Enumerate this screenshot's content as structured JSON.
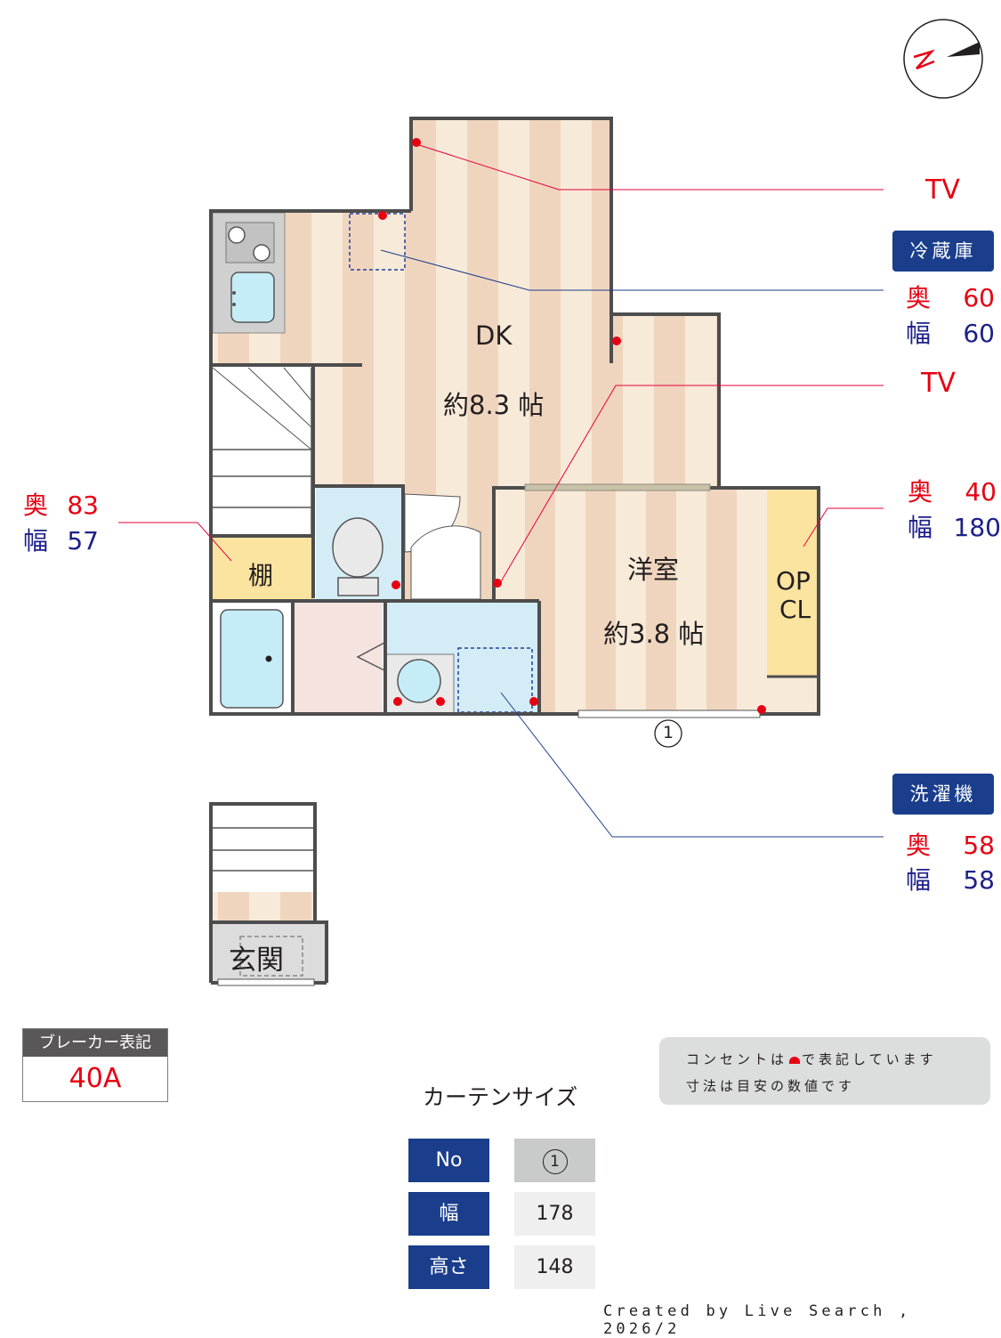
{
  "compass": {
    "icon": "north-arrow-icon",
    "letter": "N"
  },
  "rooms": {
    "dk": {
      "name": "DK",
      "size": "約8.3 帖"
    },
    "western": {
      "name": "洋室",
      "size": "約3.8 帖"
    },
    "closet": {
      "line1": "OP",
      "line2": "CL"
    },
    "shelf": {
      "name": "棚"
    },
    "entrance": {
      "name": "玄関"
    }
  },
  "window_marker": "1",
  "callouts": {
    "tv_top": {
      "label": "TV"
    },
    "fridge": {
      "tag": "冷蔵庫",
      "depth_label": "奥",
      "depth": "60",
      "width_label": "幅",
      "width": "60"
    },
    "tv_mid": {
      "label": "TV"
    },
    "closet_dims": {
      "depth_label": "奥",
      "depth": "40",
      "width_label": "幅",
      "width": "180"
    },
    "washer": {
      "tag": "洗濯機",
      "depth_label": "奥",
      "depth": "58",
      "width_label": "幅",
      "width": "58"
    },
    "shelf_dims": {
      "depth_label": "奥",
      "depth": "83",
      "width_label": "幅",
      "width": "57"
    }
  },
  "breaker": {
    "label": "ブレーカー表記",
    "value": "40A"
  },
  "note": {
    "line1_before": "コンセントは",
    "line1_after": "で表記しています",
    "line2": "寸法は目安の数値です"
  },
  "curtain": {
    "title": "カーテンサイズ",
    "rows": [
      {
        "header": "No",
        "value": "1"
      },
      {
        "header": "幅",
        "value": "178"
      },
      {
        "header": "高さ",
        "value": "148"
      }
    ]
  },
  "footer": "Created by Live Search , 2026/2",
  "colors": {
    "stripe_light": "#f7ead8",
    "stripe_dark": "#f0d5be",
    "wall": "#4d4d4d",
    "wet_area": "#d4ecf5",
    "closet": "#fbe3a0",
    "outlet": "#e60012",
    "navy": "#1a3e8c",
    "red_text": "#e60012",
    "blue_text": "#1d2088"
  }
}
